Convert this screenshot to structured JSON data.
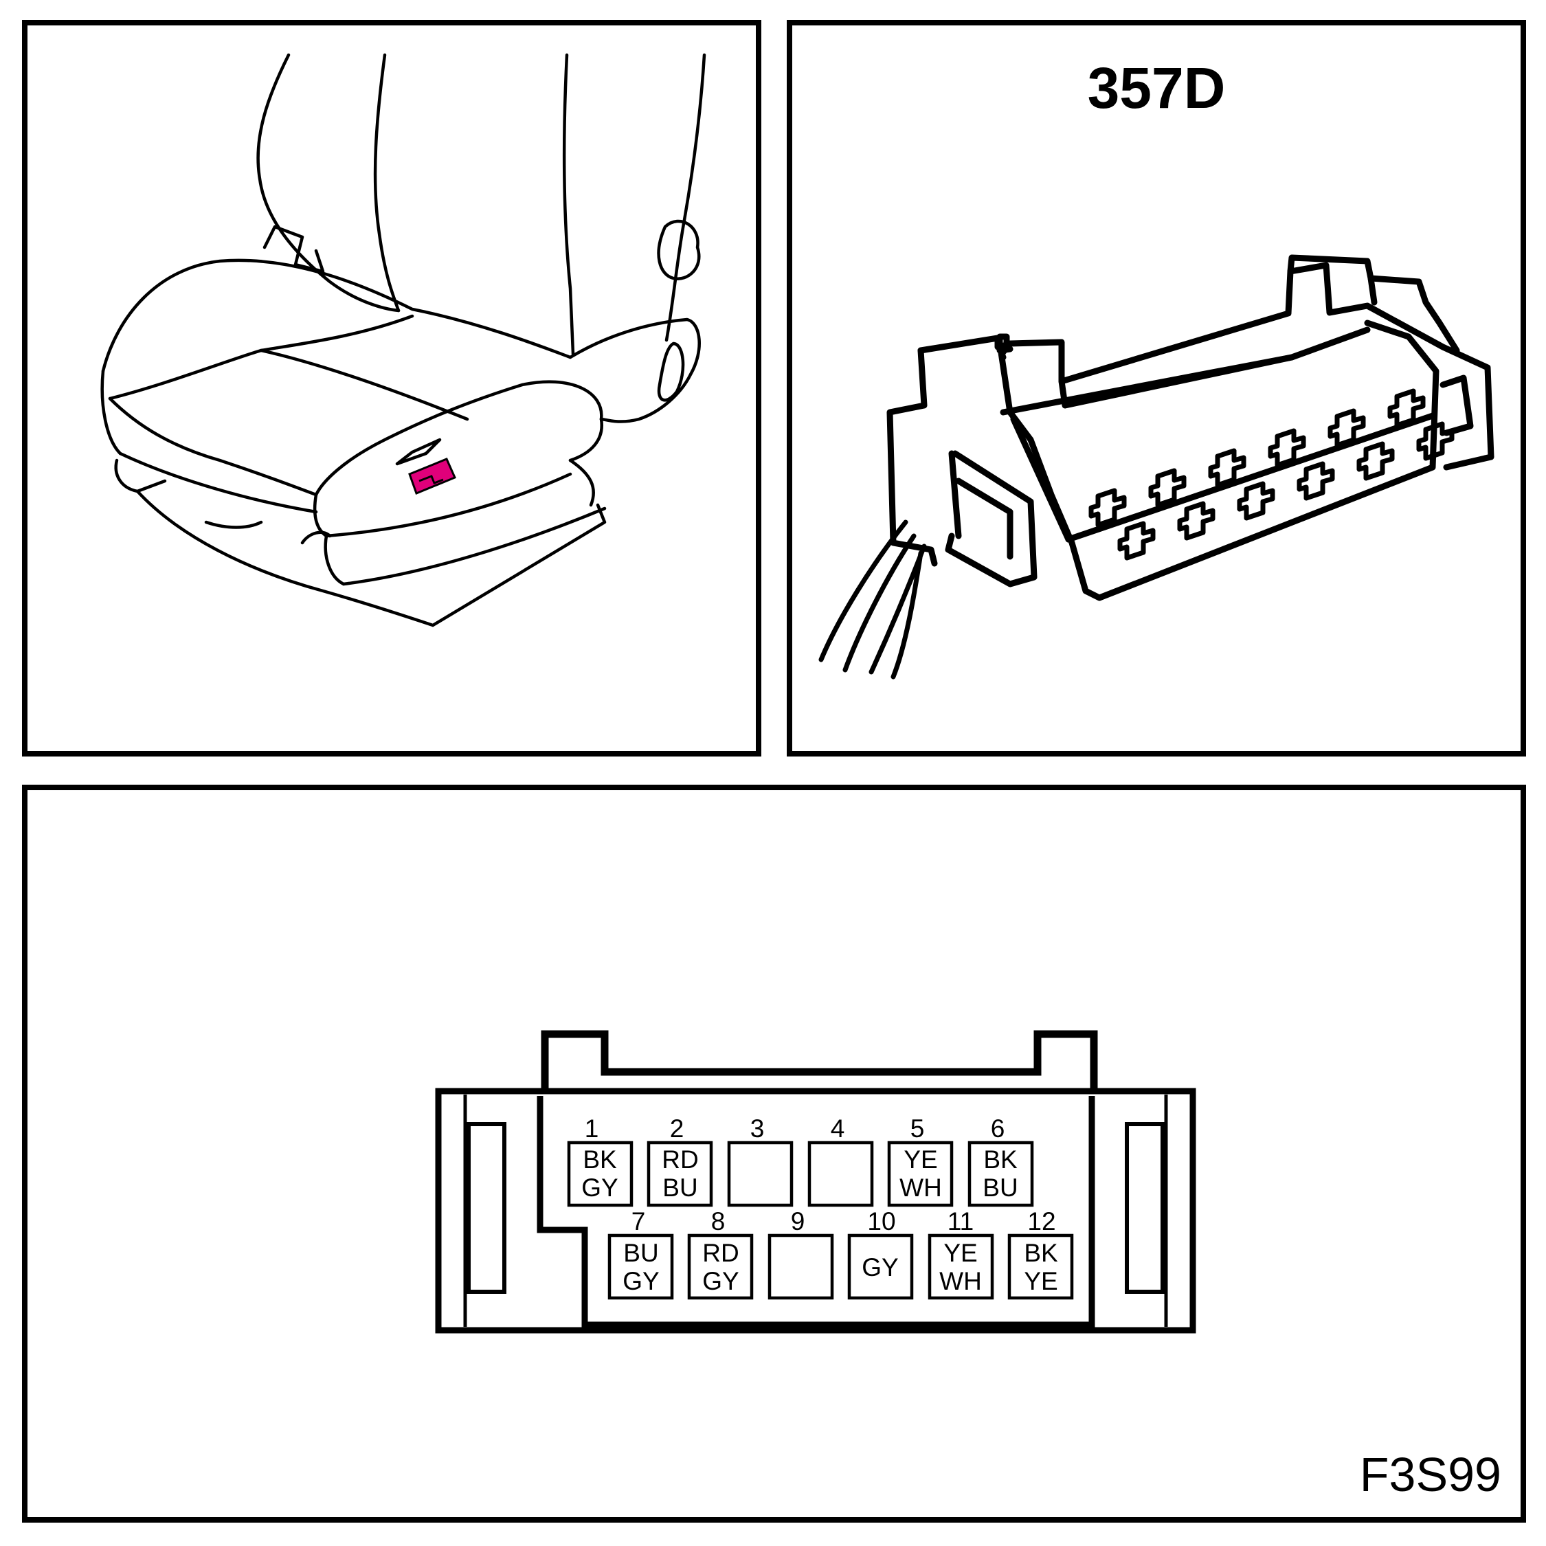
{
  "connector_id": "357D",
  "figure_code": "F3S99",
  "highlight_color": "#e0007a",
  "pins_top": [
    {
      "num": "1",
      "c1": "BK",
      "c2": "GY"
    },
    {
      "num": "2",
      "c1": "RD",
      "c2": "BU"
    },
    {
      "num": "3",
      "c1": "",
      "c2": ""
    },
    {
      "num": "4",
      "c1": "",
      "c2": ""
    },
    {
      "num": "5",
      "c1": "YE",
      "c2": "WH"
    },
    {
      "num": "6",
      "c1": "BK",
      "c2": "BU"
    }
  ],
  "pins_bottom": [
    {
      "num": "7",
      "c1": "BU",
      "c2": "GY"
    },
    {
      "num": "8",
      "c1": "RD",
      "c2": "GY"
    },
    {
      "num": "9",
      "c1": "",
      "c2": ""
    },
    {
      "num": "10",
      "c1": "GY",
      "c2": ""
    },
    {
      "num": "11",
      "c1": "YE",
      "c2": "WH"
    },
    {
      "num": "12",
      "c1": "BK",
      "c2": "YE"
    }
  ]
}
